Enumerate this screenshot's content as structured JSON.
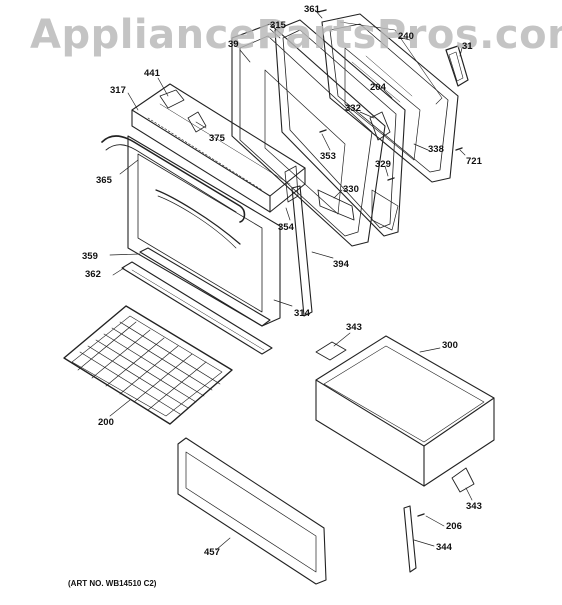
{
  "watermark": "AppliancePartsPros.com",
  "art_number": "(ART NO. WB14510 C2)",
  "parts": {
    "p361": "361",
    "p240": "240",
    "p31": "31",
    "p315": "315",
    "p39": "39",
    "p441": "441",
    "p317": "317",
    "p204": "204",
    "p332": "332",
    "p375": "375",
    "p353": "353",
    "p338": "338",
    "p721": "721",
    "p329": "329",
    "p365": "365",
    "p330": "330",
    "p354": "354",
    "p359": "359",
    "p394": "394",
    "p362": "362",
    "p314": "314",
    "p343a": "343",
    "p300": "300",
    "p200": "200",
    "p343b": "343",
    "p206": "206",
    "p457": "457",
    "p344": "344"
  }
}
